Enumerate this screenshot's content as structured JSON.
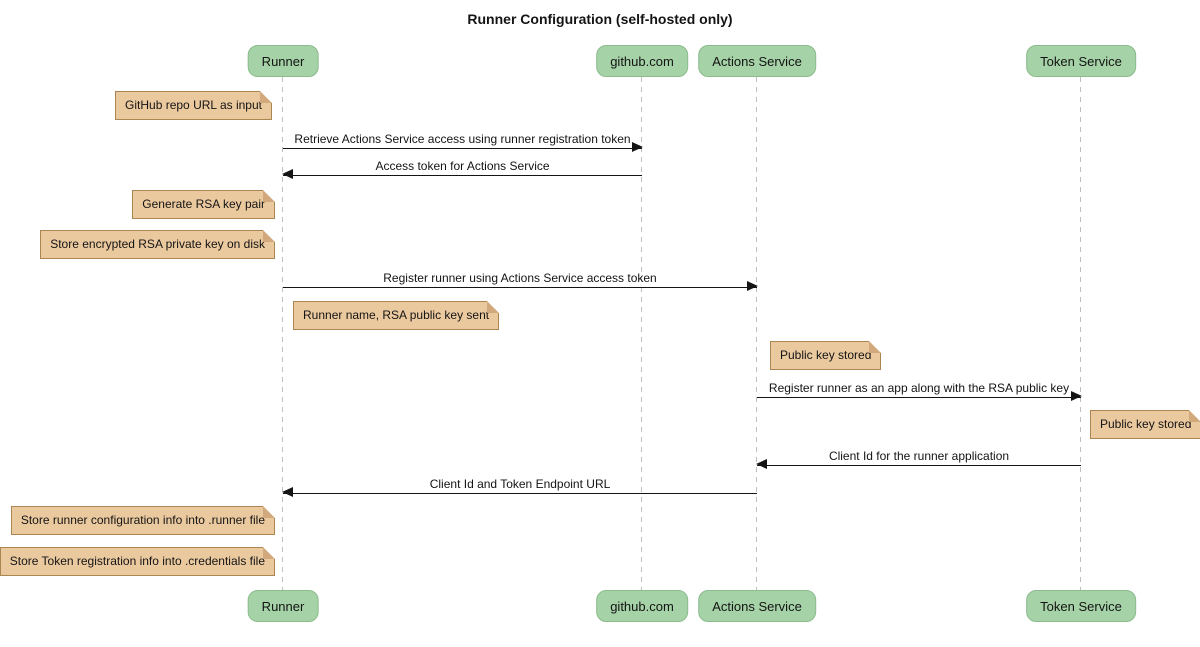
{
  "diagram": {
    "title": "Runner Configuration (self-hosted only)",
    "participants": [
      {
        "label": "Runner"
      },
      {
        "label": "github.com"
      },
      {
        "label": "Actions Service"
      },
      {
        "label": "Token Service"
      }
    ],
    "notes": [
      {
        "text": "GitHub repo URL as input"
      },
      {
        "text": "Generate RSA key pair"
      },
      {
        "text": "Store encrypted RSA private key on disk"
      },
      {
        "text": "Runner name, RSA public key sent"
      },
      {
        "text": "Public key stored"
      },
      {
        "text": "Public key stored"
      },
      {
        "text": "Store runner configuration info into .runner file"
      },
      {
        "text": "Store Token registration info into .credentials file"
      }
    ],
    "messages": [
      {
        "from": "Runner",
        "to": "github.com",
        "text": "Retrieve Actions Service access using runner registration token"
      },
      {
        "from": "github.com",
        "to": "Runner",
        "text": "Access token for Actions Service"
      },
      {
        "from": "Runner",
        "to": "Actions Service",
        "text": "Register runner using Actions Service access token"
      },
      {
        "from": "Actions Service",
        "to": "Token Service",
        "text": "Register runner as an app along with the RSA public key"
      },
      {
        "from": "Token Service",
        "to": "Actions Service",
        "text": "Client Id for the runner application"
      },
      {
        "from": "Actions Service",
        "to": "Runner",
        "text": "Client Id and Token Endpoint URL"
      }
    ],
    "colors": {
      "actor_fill": "#a5d2a6",
      "actor_border": "#8cbb8d",
      "note_fill": "#ebc99f",
      "note_border": "#ab8552",
      "note_fold": "#d2a97c",
      "lifeline": "#bfbfbf",
      "arrow": "#141414",
      "background": "#ffffff"
    }
  }
}
